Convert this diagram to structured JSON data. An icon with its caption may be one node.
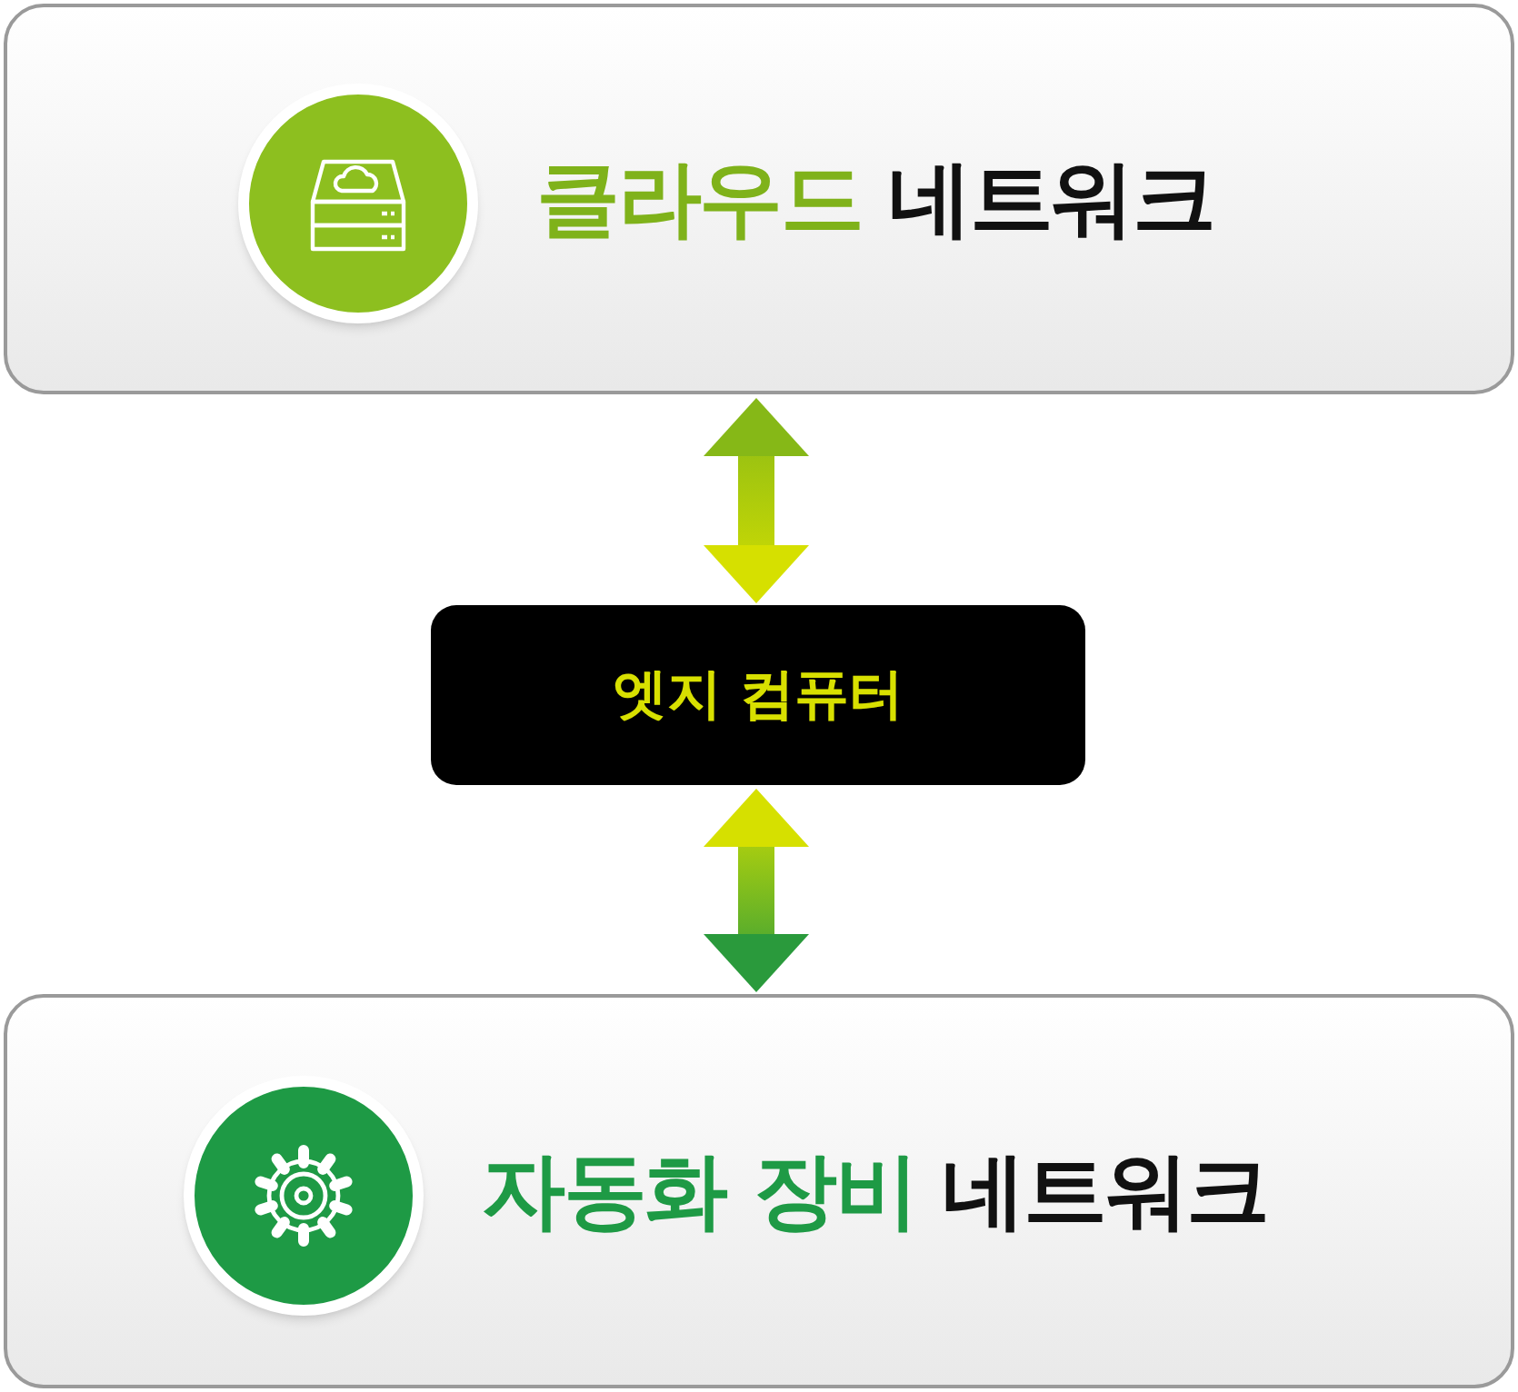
{
  "diagram": {
    "nodes": [
      {
        "text": [
          "클라우드",
          "네트워크"
        ]
      },
      {
        "text": [
          "엣지 컴퓨터"
        ]
      },
      {
        "text": [
          "자동화 장비",
          "네트워크"
        ]
      }
    ],
    "edges": [
      {
        "from": 0,
        "to": 1,
        "arrow": "both"
      },
      {
        "from": 1,
        "to": 2,
        "arrow": "both"
      }
    ]
  }
}
